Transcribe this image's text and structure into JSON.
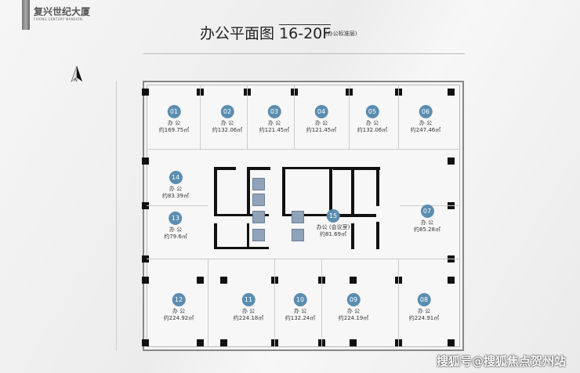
{
  "logo": {
    "cn": "复兴世纪大厦",
    "en": "FUXING CENTURY MANSION"
  },
  "header": {
    "title_cn": "办公平面图",
    "title_floor": "16-20F",
    "subtitle": "(办公标准层)"
  },
  "north_label": "N",
  "rooms": [
    {
      "id": "01",
      "name": "办 公",
      "area": "约169.75㎡"
    },
    {
      "id": "02",
      "name": "办 公",
      "area": "约132.06㎡"
    },
    {
      "id": "03",
      "name": "办 公",
      "area": "约121.45㎡"
    },
    {
      "id": "04",
      "name": "办 公",
      "area": "约121.45㎡"
    },
    {
      "id": "05",
      "name": "办 公",
      "area": "约132.06㎡"
    },
    {
      "id": "06",
      "name": "办 公",
      "area": "约247.46㎡"
    },
    {
      "id": "07",
      "name": "办 公",
      "area": "约85.28㎡"
    },
    {
      "id": "08",
      "name": "办 公",
      "area": "约224.91㎡"
    },
    {
      "id": "09",
      "name": "办 公",
      "area": "约224.19㎡"
    },
    {
      "id": "10",
      "name": "办 公",
      "area": "约132.24㎡"
    },
    {
      "id": "11",
      "name": "办 公",
      "area": "约224.18㎡"
    },
    {
      "id": "12",
      "name": "办 公",
      "area": "约224.92㎡"
    },
    {
      "id": "13",
      "name": "办 公",
      "area": "约79.6㎡"
    },
    {
      "id": "14",
      "name": "办 公",
      "area": "约83.39㎡"
    },
    {
      "id": "15",
      "name": "办公 (会议室)",
      "area": "约81.69㎡"
    }
  ],
  "watermark": "搜狐号@搜狐焦点贺州站"
}
